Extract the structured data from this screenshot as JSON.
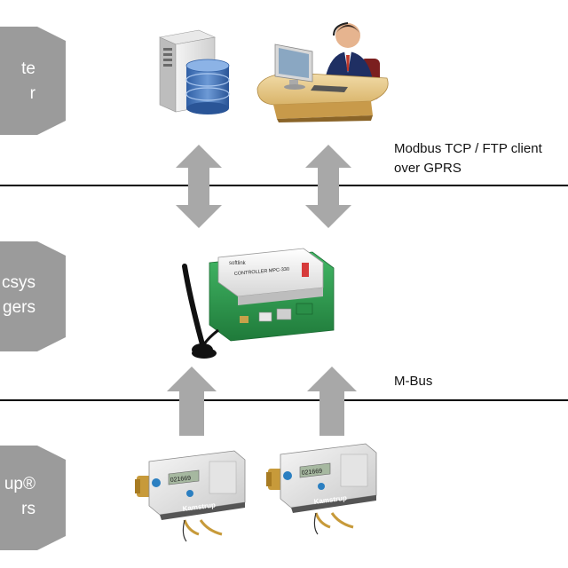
{
  "levels": [
    {
      "id": "top",
      "text_lines": [
        "te",
        "r"
      ]
    },
    {
      "id": "middle",
      "text_lines": [
        "csys",
        "gers"
      ]
    },
    {
      "id": "bottom",
      "text_lines": [
        "up®",
        "rs"
      ]
    }
  ],
  "links": {
    "upper": {
      "label_lines": [
        "Modbus TCP / FTP client",
        "over GPRS"
      ]
    },
    "lower": {
      "label_lines": [
        "M-Bus"
      ]
    }
  },
  "devices": {
    "controller_brand": "softlink",
    "controller_model": "CONTROLLER MPC-330",
    "meter_brand": "Kamstrup",
    "meter_reading": "021669"
  },
  "colors": {
    "level_fill": "#9b9b9b",
    "arrow_fill": "#a8a8a8",
    "line": "#000000",
    "pcb_green": "#2e9b4e"
  },
  "icons": [
    "server-icon",
    "operator-icon",
    "data-logger-icon",
    "antenna-icon",
    "heat-meter-icon"
  ]
}
